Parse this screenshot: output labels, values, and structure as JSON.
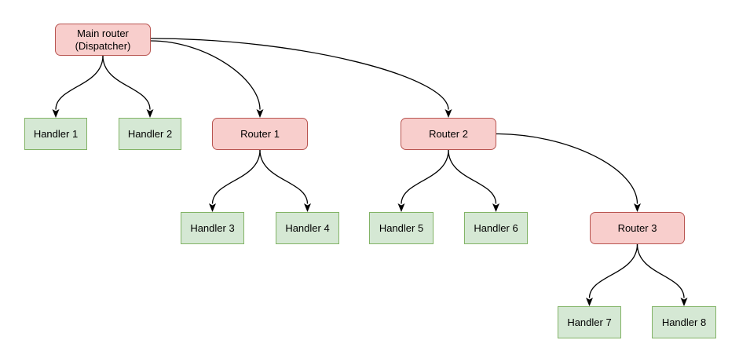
{
  "diagram": {
    "background": "#ffffff",
    "colors": {
      "router_fill": "#f8cecc",
      "router_border": "#b85450",
      "handler_fill": "#d5e8d4",
      "handler_border": "#82b366",
      "edge": "#000000",
      "text": "#000000"
    },
    "nodes": {
      "main_router": {
        "line1": "Main router",
        "line2": "(Dispatcher)",
        "type": "router"
      },
      "handler1": {
        "label": "Handler 1",
        "type": "handler"
      },
      "handler2": {
        "label": "Handler 2",
        "type": "handler"
      },
      "router1": {
        "label": "Router 1",
        "type": "router"
      },
      "router2": {
        "label": "Router 2",
        "type": "router"
      },
      "handler3": {
        "label": "Handler 3",
        "type": "handler"
      },
      "handler4": {
        "label": "Handler 4",
        "type": "handler"
      },
      "handler5": {
        "label": "Handler 5",
        "type": "handler"
      },
      "handler6": {
        "label": "Handler 6",
        "type": "handler"
      },
      "router3": {
        "label": "Router 3",
        "type": "router"
      },
      "handler7": {
        "label": "Handler 7",
        "type": "handler"
      },
      "handler8": {
        "label": "Handler 8",
        "type": "handler"
      }
    },
    "edges": [
      {
        "from": "Main router (Dispatcher)",
        "to": "Handler 1"
      },
      {
        "from": "Main router (Dispatcher)",
        "to": "Handler 2"
      },
      {
        "from": "Main router (Dispatcher)",
        "to": "Router 1"
      },
      {
        "from": "Main router (Dispatcher)",
        "to": "Router 2"
      },
      {
        "from": "Router 1",
        "to": "Handler 3"
      },
      {
        "from": "Router 1",
        "to": "Handler 4"
      },
      {
        "from": "Router 2",
        "to": "Handler 5"
      },
      {
        "from": "Router 2",
        "to": "Handler 6"
      },
      {
        "from": "Router 2",
        "to": "Router 3"
      },
      {
        "from": "Router 3",
        "to": "Handler 7"
      },
      {
        "from": "Router 3",
        "to": "Handler 8"
      }
    ]
  }
}
